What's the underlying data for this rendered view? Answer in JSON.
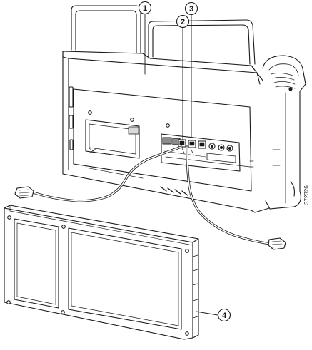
{
  "figure": {
    "callouts": [
      "1",
      "2",
      "3",
      "4"
    ],
    "figure_id": "372326"
  },
  "colors": {
    "line": "#1a1a1a",
    "fill": "#ffffff",
    "shade": "#d9d9d9",
    "dark": "#8c8c8c"
  }
}
